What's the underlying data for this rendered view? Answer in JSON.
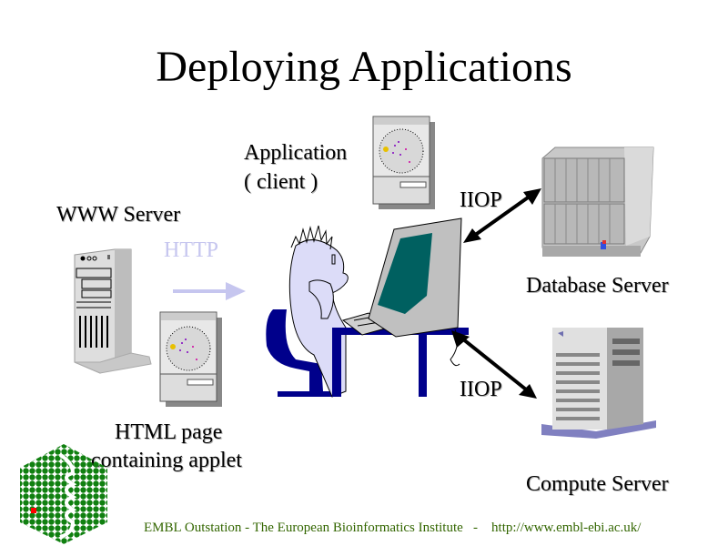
{
  "slide": {
    "title": "Deploying Applications",
    "labels": {
      "www_server": "WWW Server",
      "http": "HTTP",
      "application_line1": "Application",
      "application_line2": "( client )",
      "iiop_top": "IIOP",
      "iiop_bottom": "IIOP",
      "database_server": "Database Server",
      "compute_server": "Compute Server",
      "html_page_line1": "HTML page",
      "html_page_line2": "containing applet"
    },
    "footer": {
      "institution": "EMBL Outstation - The European Bioinformatics Institute",
      "separator": "-",
      "url": "http://www.embl-ebi.ac.uk/"
    },
    "colors": {
      "http_arrow": "#c6c6ef",
      "footer_text": "#336600",
      "logo_green": "#108010",
      "logo_red": "#ff0000",
      "person_fill": "#dcdcf8",
      "chair_blue": "#00008b",
      "screen_teal": "#006060",
      "compute_base": "#8080c0"
    },
    "icons": [
      "www-server-icon",
      "applet-window-icon",
      "client-window-icon",
      "person-at-computer-icon",
      "database-server-icon",
      "compute-server-icon",
      "embl-logo-icon"
    ]
  }
}
